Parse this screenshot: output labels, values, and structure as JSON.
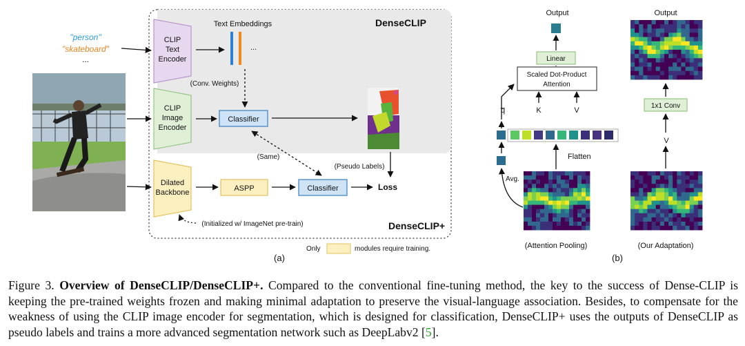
{
  "left_diagram": {
    "inputs": {
      "text_person": "\"person\"",
      "text_skateboard": "\"skateboard\"",
      "ellipsis": "..."
    },
    "text_encoder": [
      "CLIP",
      "Text",
      "Encoder"
    ],
    "image_encoder": [
      "CLIP",
      "Image",
      "Encoder"
    ],
    "dilated_backbone": [
      "Dilated",
      "Backbone"
    ],
    "text_embeddings": "Text Embeddings",
    "embedding_ellipsis": "...",
    "conv_weights": "(Conv. Weights)",
    "classifier": "Classifier",
    "classifier2": "Classifier",
    "aspp": "ASPP",
    "same": "(Same)",
    "pseudo_labels": "(Pseudo Labels)",
    "loss": "Loss",
    "densclip": "DenseCLIP",
    "densclip_plus": "DenseCLIP+",
    "initialized": "(Initialized w/ ImageNet pre-train)",
    "legend_only": "Only",
    "legend_rest": "modules require training.",
    "panel_label": "(a)"
  },
  "right_diagram": {
    "output_left": "Output",
    "output_right": "Output",
    "linear": "Linear",
    "attention": [
      "Scaled Dot-Product",
      "Attention"
    ],
    "q_label": "q̅",
    "k_label": "K",
    "v_label": "V",
    "flatten": "Flatten",
    "avg": "Avg.",
    "conv1x1": "1x1 Conv",
    "v_label_right": "V",
    "attention_pooling": "(Attention Pooling)",
    "our_adaptation": "(Our Adaptation)",
    "panel_label": "(b)"
  },
  "caption": {
    "prefix": "Figure 3.",
    "bold": "Overview of DenseCLIP/DenseCLIP+.",
    "body_1": "Compared to the conventional fine-tuning method, the key to the success of Dense-CLIP is keeping the pre-trained weights frozen and making minimal adaptation to preserve the visual-language association. Besides, to compensate for the weakness of using the CLIP image encoder for segmentation, which is designed for classification, DenseCLIP+ uses the outputs of DenseCLIP as pseudo labels and trains a more advanced segmentation network such as DeepLabv2 [",
    "ref": "5",
    "body_2": "]."
  },
  "colors": {
    "text_encoder_fill": "#e6d8ee",
    "text_encoder_stroke": "#b797c9",
    "image_encoder_fill": "#dff0d6",
    "image_encoder_stroke": "#98c487",
    "trainable_fill": "#fdf0c0",
    "trainable_stroke": "#e2c25f",
    "classifier_fill": "#cfe3f6",
    "classifier_stroke": "#3a7fc0",
    "gray_panel": "#e9e9e9",
    "embed_blue": "#2f7fd8",
    "embed_orange": "#f08a1c",
    "person_text": "#2b9ad8",
    "skateboard_text": "#e5831f",
    "linear_fill": "#dff0d6",
    "token_teal": "#2a7d8e",
    "token_navy": "#3b2f7a"
  }
}
